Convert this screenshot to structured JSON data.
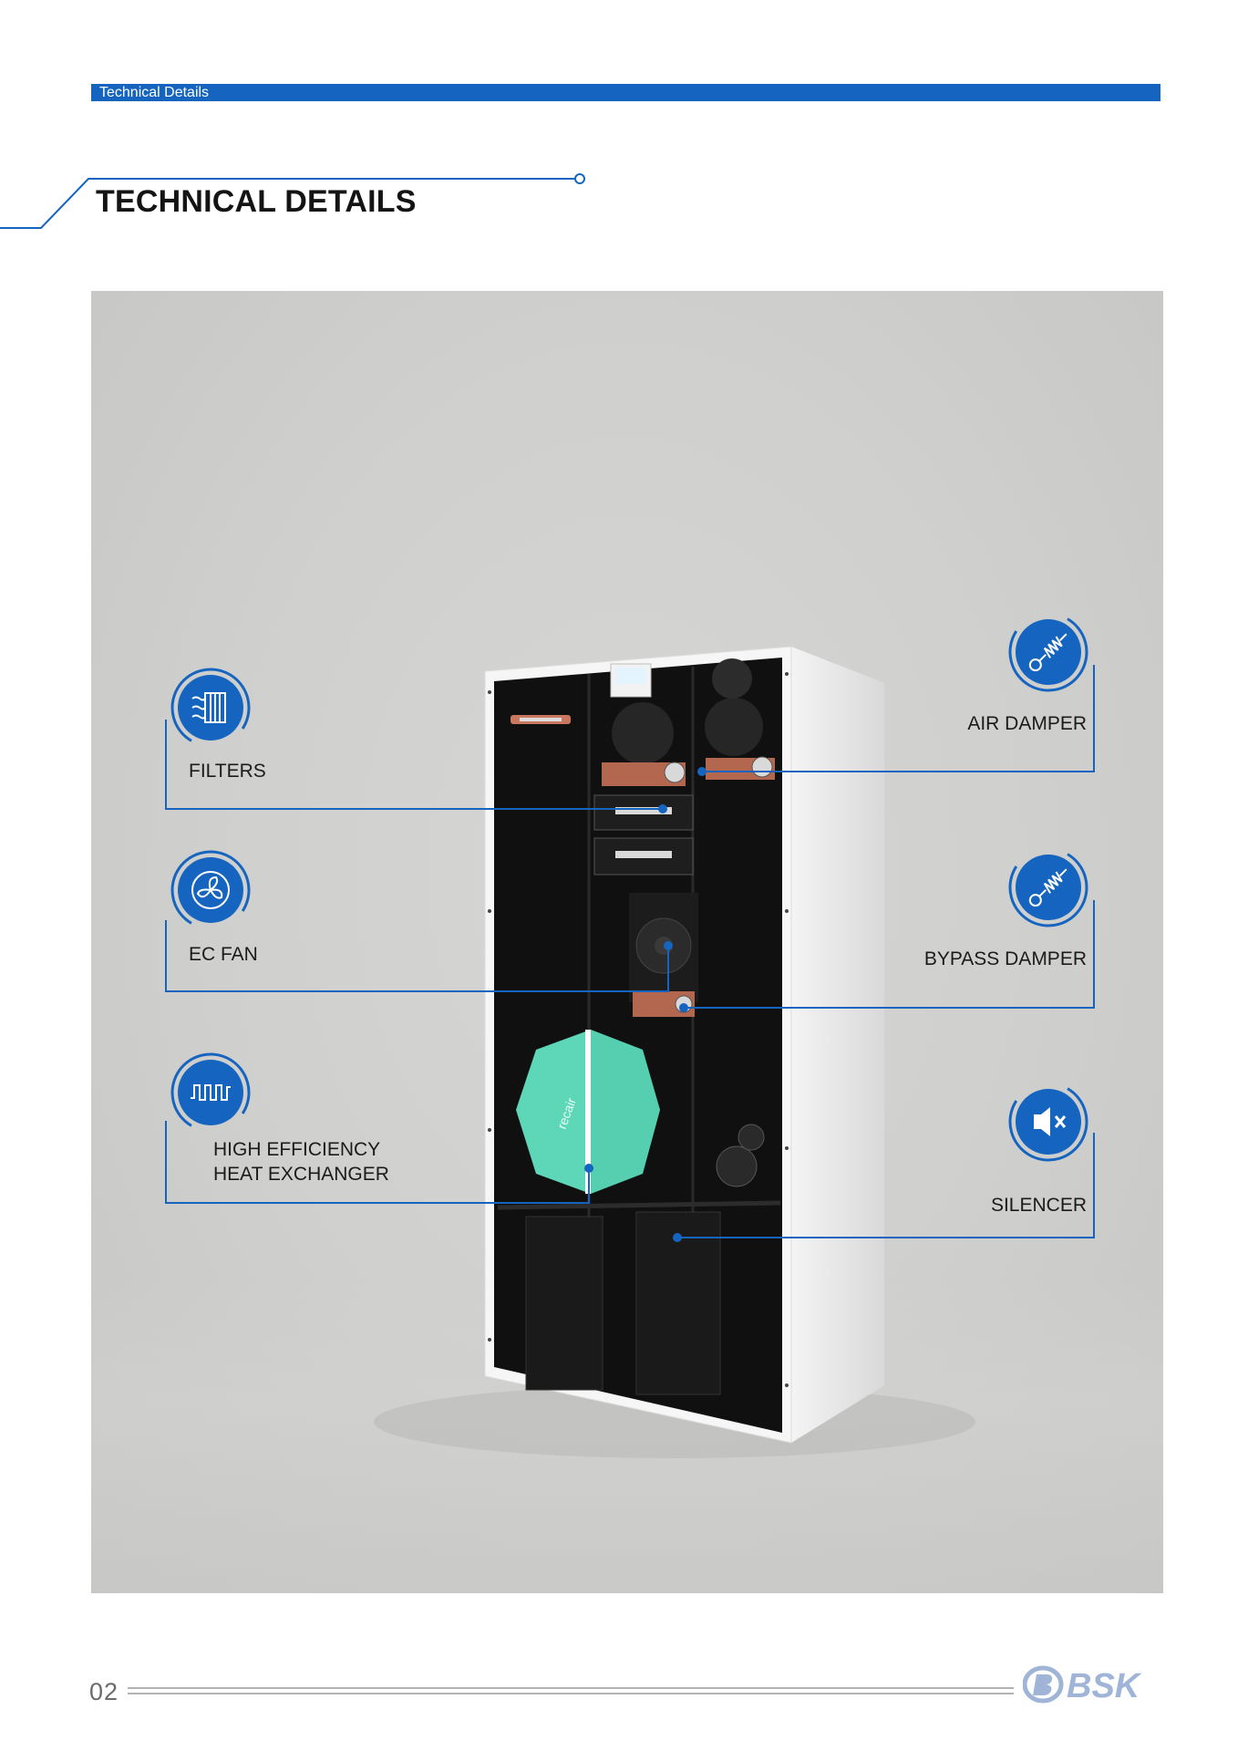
{
  "header": {
    "section_label": "Technical Details"
  },
  "title": "TECHNICAL DETAILS",
  "callouts": {
    "filters": {
      "label": "FILTERS",
      "icon": "filter-icon"
    },
    "ec_fan": {
      "label": "EC FAN",
      "icon": "fan-icon"
    },
    "heat_exchanger": {
      "label_line1": "HIGH EFFICIENCY",
      "label_line2": "HEAT EXCHANGER",
      "icon": "heat-coil-icon"
    },
    "air_damper": {
      "label": "AIR DAMPER",
      "icon": "spring-damper-icon"
    },
    "bypass_damper": {
      "label": "BYPASS DAMPER",
      "icon": "spring-damper-icon"
    },
    "silencer": {
      "label": "SILENCER",
      "icon": "speaker-mute-icon"
    }
  },
  "product_image": {
    "exchanger_brand_text": "recair"
  },
  "footer": {
    "page_number": "02",
    "logo_text": "BSK"
  },
  "colors": {
    "accent": "#1565c0",
    "panel_bg": "#cfcfcd",
    "exchanger": "#5ed6b8"
  }
}
